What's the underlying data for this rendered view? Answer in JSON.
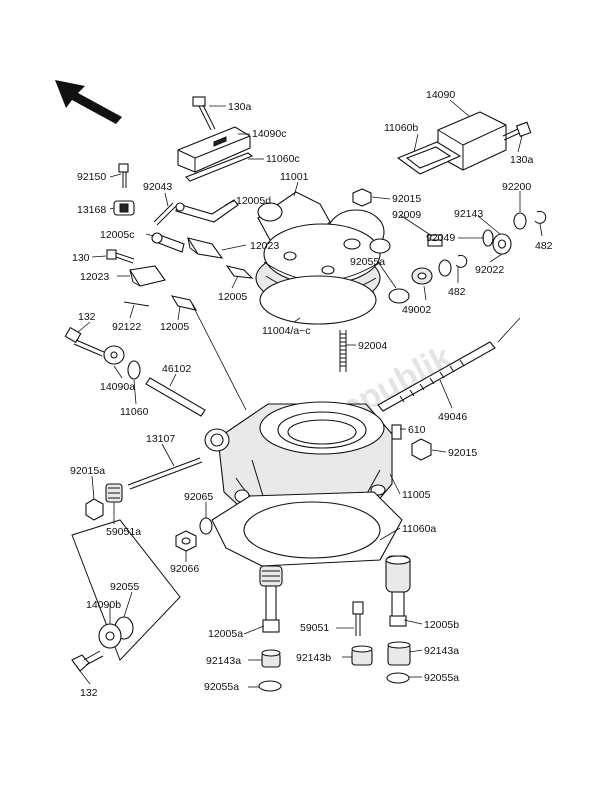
{
  "labels": {
    "l130a_top": "130a",
    "l14090c": "14090c",
    "l11060c": "11060c",
    "l14090": "14090",
    "l11060b": "11060b",
    "l130a_right": "130a",
    "l92150": "92150",
    "l92043": "92043",
    "l12005d": "12005d",
    "l11001": "11001",
    "l13168": "13168",
    "l92015_top": "92015",
    "l92200": "92200",
    "l12005c": "12005c",
    "l92009": "92009",
    "l92143_top": "92143",
    "l12023_mid": "12023",
    "l92049": "92049",
    "l482_right": "482",
    "l130": "130",
    "l92055a_top": "92055a",
    "l92022": "92022",
    "l12023_left": "12023",
    "l12005_mid": "12005",
    "l482_mid": "482",
    "l49002": "49002",
    "l92122": "92122",
    "l12005_left": "12005",
    "l11004": "11004/a~c",
    "l132_top": "132",
    "l92004": "92004",
    "l14090a": "14090a",
    "l46102": "46102",
    "l11060": "11060",
    "l49046": "49046",
    "l13107": "13107",
    "l610": "610",
    "l92015_right": "92015",
    "l92015a": "92015a",
    "l11005": "11005",
    "l92065": "92065",
    "l59051a": "59051a",
    "l11060a": "11060a",
    "l92066": "92066",
    "l92055_bottom": "92055",
    "l14090b": "14090b",
    "l12005a": "12005a",
    "l59051": "59051",
    "l12005b": "12005b",
    "l92143a_left": "92143a",
    "l92143b": "92143b",
    "l92143a_right": "92143a",
    "l92055a_left": "92055a",
    "l92055a_right": "92055a",
    "l132_bottom": "132"
  },
  "watermark": "Parts Republik",
  "icons": {
    "direction": "front-direction-arrow-icon"
  }
}
